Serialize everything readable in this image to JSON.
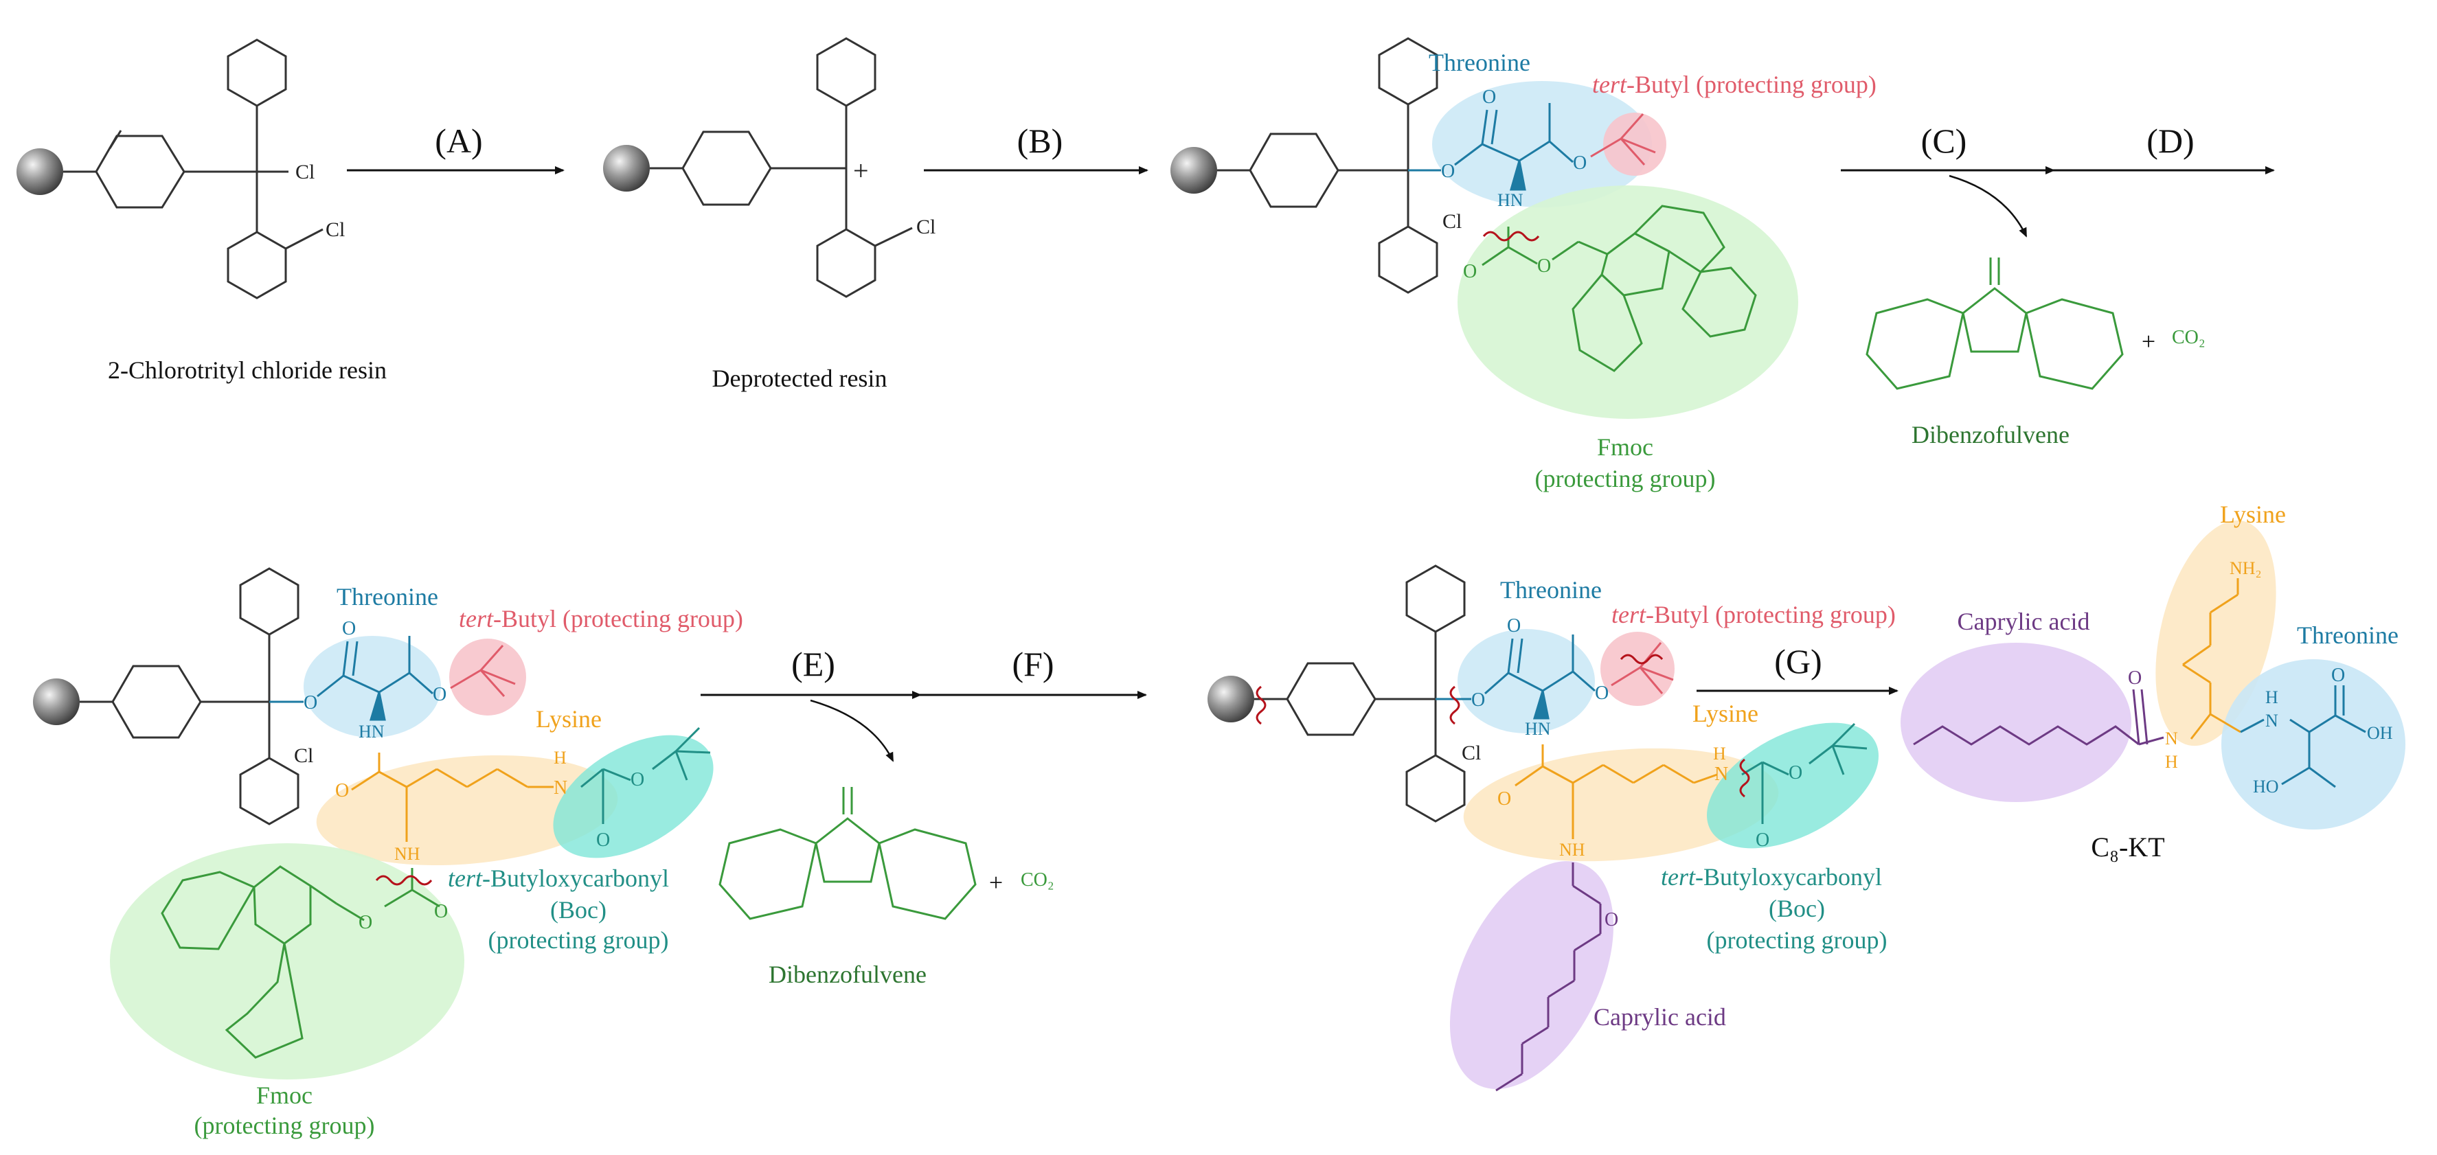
{
  "steps": {
    "a": "(A)",
    "b": "(B)",
    "c": "(C)",
    "d": "(D)",
    "e": "(E)",
    "f": "(F)",
    "g": "(G)"
  },
  "labels": {
    "resin_name": "2-Chlorotrityl chloride resin",
    "deprotected_resin": "Deprotected resin",
    "dibenzofulvene": "Dibenzofulvene",
    "plus_co2": "+",
    "co2": "CO₂",
    "threonine": "Threonine",
    "tert_italic": "tert",
    "tert_butyl_rest": "-Butyl (protecting group)",
    "fmoc": "Fmoc",
    "protecting_group": "(protecting group)",
    "lysine": "Lysine",
    "tert_boc_rest": "-Butyloxycarbonyl",
    "boc": "(Boc)",
    "caprylic_acid": "Caprylic acid",
    "c8kt": "C₈-KT"
  },
  "atoms": {
    "cl": "Cl",
    "o": "O",
    "hn": "HN",
    "nh": "NH",
    "n": "N",
    "h": "H",
    "plus": "+",
    "nh2": "NH₂",
    "oh": "OH",
    "ho": "HO"
  },
  "colors": {
    "threonine": "#1d7ba3",
    "tert_butyl": "#e05b6a",
    "fmoc": "#3a9a3c",
    "lysine": "#f0a21c",
    "boc": "#218f86",
    "caprylic": "#6d3a84",
    "wavy": "#b5121b"
  }
}
